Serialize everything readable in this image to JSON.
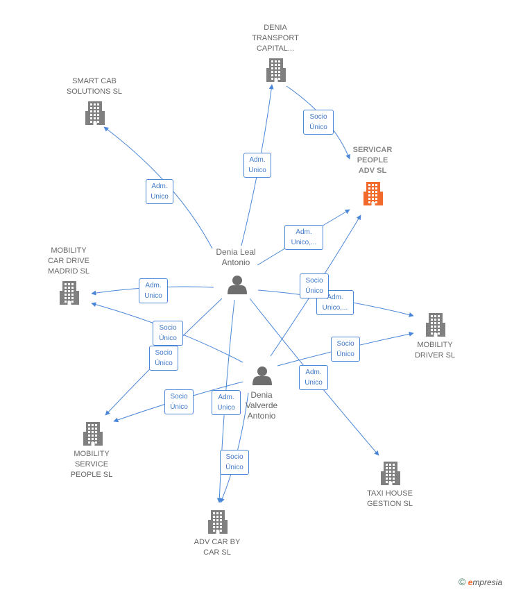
{
  "colors": {
    "edge": "#4a86d8",
    "company": "#808080",
    "company_main": "#f26b2d",
    "person": "#6e6e6e"
  },
  "companies": [
    {
      "id": "denia-transport",
      "name": [
        "DENIA",
        "TRANSPORT",
        "CAPITAL..."
      ],
      "main": false
    },
    {
      "id": "smart-cab",
      "name": [
        "SMART CAB",
        "SOLUTIONS  SL"
      ],
      "main": false
    },
    {
      "id": "servicar",
      "name": [
        "SERVICAR",
        "PEOPLE",
        "ADV  SL"
      ],
      "main": true
    },
    {
      "id": "mobility-car-drive",
      "name": [
        "MOBILITY",
        "CAR DRIVE",
        "MADRID  SL"
      ],
      "main": false
    },
    {
      "id": "mobility-driver",
      "name": [
        "MOBILITY",
        "DRIVER  SL"
      ],
      "main": false
    },
    {
      "id": "mobility-service",
      "name": [
        "MOBILITY",
        "SERVICE",
        "PEOPLE  SL"
      ],
      "main": false
    },
    {
      "id": "taxi-house",
      "name": [
        "TAXI HOUSE",
        "GESTION  SL"
      ],
      "main": false
    },
    {
      "id": "adv-car",
      "name": [
        "ADV CAR BY",
        "CAR  SL"
      ],
      "main": false
    }
  ],
  "people": [
    {
      "id": "leal",
      "name": [
        "Denia Leal",
        "Antonio"
      ]
    },
    {
      "id": "valverde",
      "name": [
        "Denia",
        "Valverde",
        "Antonio"
      ]
    }
  ],
  "relations": [
    {
      "from": "leal",
      "to": "smart-cab",
      "label": [
        "Adm.",
        "Unico"
      ]
    },
    {
      "from": "leal",
      "to": "denia-transport",
      "label": [
        "Adm.",
        "Unico"
      ]
    },
    {
      "from": "denia-transport",
      "to": "servicar",
      "label": [
        "Socio",
        "Único"
      ]
    },
    {
      "from": "leal",
      "to": "servicar",
      "label": [
        "Adm.",
        "Unico,..."
      ]
    },
    {
      "from": "leal",
      "to": "mobility-car-drive",
      "label": [
        "Adm.",
        "Unico"
      ]
    },
    {
      "from": "leal",
      "to": "mobility-driver",
      "label": [
        "Adm.",
        "Unico,..."
      ]
    },
    {
      "from": "leal",
      "to": "taxi-house",
      "label": [
        "Adm.",
        "Unico"
      ]
    },
    {
      "from": "leal",
      "to": "mobility-service",
      "label": [
        "Socio",
        "Único"
      ]
    },
    {
      "from": "leal",
      "to": "adv-car",
      "label": [
        "Adm.",
        "Unico"
      ]
    },
    {
      "from": "valverde",
      "to": "servicar",
      "label": [
        "Socio",
        "Único"
      ]
    },
    {
      "from": "valverde",
      "to": "mobility-car-drive",
      "label": [
        "Socio",
        "Único"
      ]
    },
    {
      "from": "valverde",
      "to": "mobility-driver",
      "label": [
        "Socio",
        "Único"
      ]
    },
    {
      "from": "valverde",
      "to": "mobility-service",
      "label": [
        "Socio",
        "Único"
      ]
    },
    {
      "from": "valverde",
      "to": "adv-car",
      "label": [
        "Socio",
        "Único"
      ]
    }
  ],
  "footer": {
    "copyright": "©",
    "brand_initial": "e",
    "brand_rest": "mpresia"
  }
}
